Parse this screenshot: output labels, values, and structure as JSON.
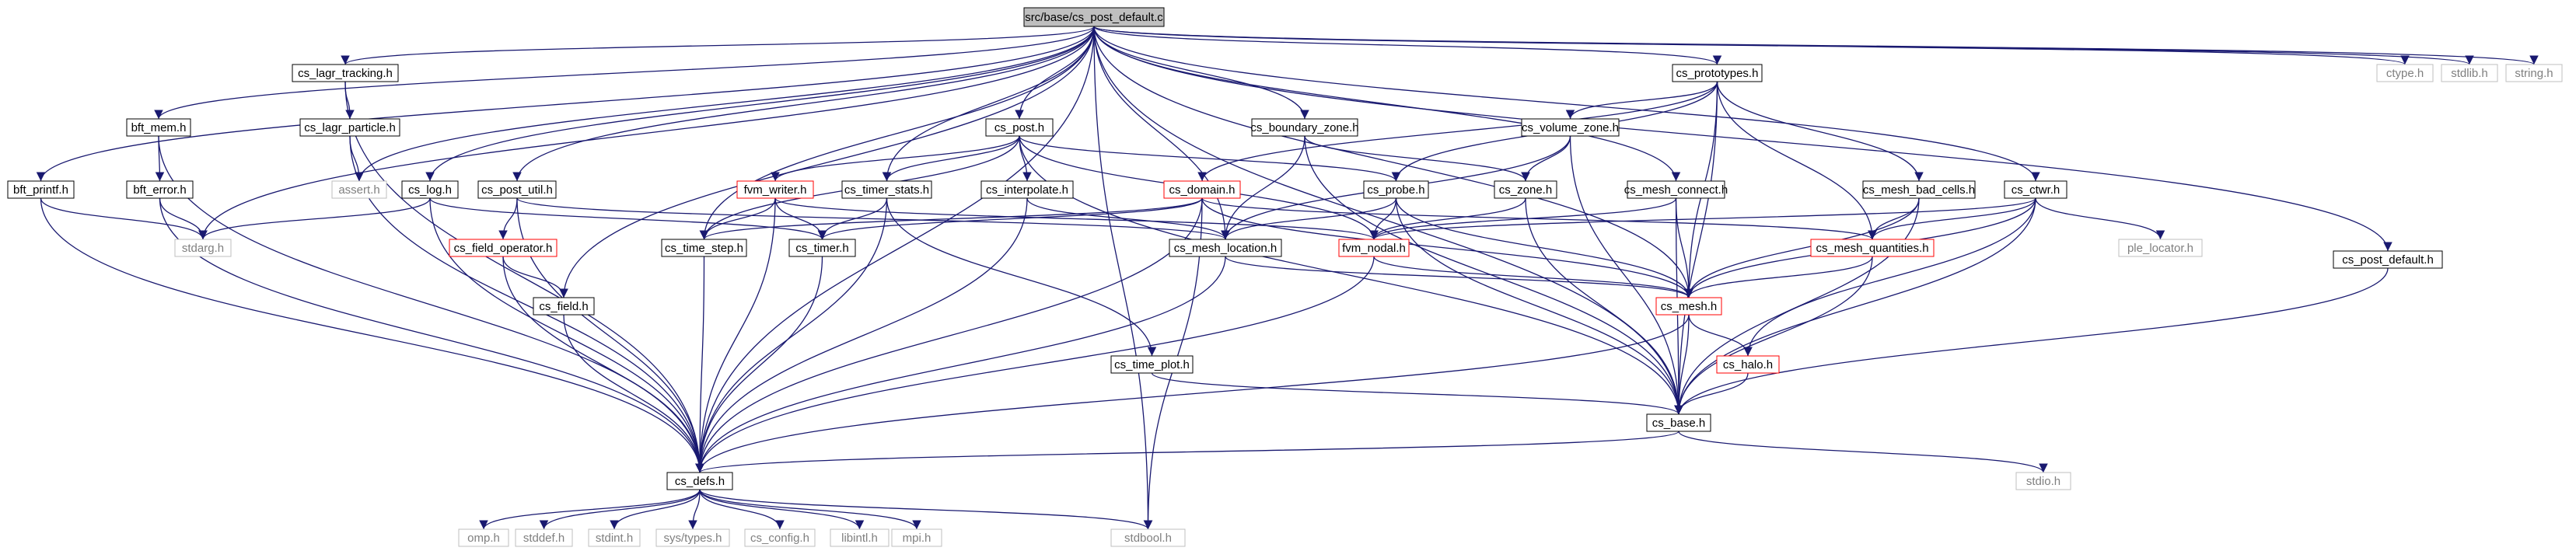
{
  "colors": {
    "edge": "#191970",
    "local_border": "#000000",
    "missing_border": "#bfbfbf",
    "missing_text": "#7f7f7f",
    "truncated_border": "#ff0000",
    "root_fill": "#bfbfbf",
    "fill": "#ffffff",
    "text": "#000000"
  },
  "root": "src/base/cs_post_default.c",
  "nodes": {
    "root": {
      "label": "src/base/cs_post_default.c",
      "kind": "root"
    },
    "cs_prototypes": {
      "label": "cs_prototypes.h",
      "kind": "local"
    },
    "ctype": {
      "label": "ctype.h",
      "kind": "system"
    },
    "stdlib": {
      "label": "stdlib.h",
      "kind": "system"
    },
    "string": {
      "label": "string.h",
      "kind": "system"
    },
    "cs_lagr_tracking": {
      "label": "cs_lagr_tracking.h",
      "kind": "local"
    },
    "cs_lagr_particle": {
      "label": "cs_lagr_particle.h",
      "kind": "local"
    },
    "bft_mem": {
      "label": "bft_mem.h",
      "kind": "local"
    },
    "bft_error": {
      "label": "bft_error.h",
      "kind": "local"
    },
    "bft_printf": {
      "label": "bft_printf.h",
      "kind": "local"
    },
    "cs_post": {
      "label": "cs_post.h",
      "kind": "local"
    },
    "cs_boundary_zone": {
      "label": "cs_boundary_zone.h",
      "kind": "local"
    },
    "cs_volume_zone": {
      "label": "cs_volume_zone.h",
      "kind": "local"
    },
    "cs_zone": {
      "label": "cs_zone.h",
      "kind": "local"
    },
    "cs_mesh_bad_cells": {
      "label": "cs_mesh_bad_cells.h",
      "kind": "local"
    },
    "cs_mesh_connect": {
      "label": "cs_mesh_connect.h",
      "kind": "local"
    },
    "cs_ctwr": {
      "label": "cs_ctwr.h",
      "kind": "local"
    },
    "ple_locator": {
      "label": "ple_locator.h",
      "kind": "system"
    },
    "cs_post_default_h": {
      "label": "cs_post_default.h",
      "kind": "local"
    },
    "fvm_writer": {
      "label": "fvm_writer.h",
      "kind": "truncated"
    },
    "cs_timer_stats": {
      "label": "cs_timer_stats.h",
      "kind": "local"
    },
    "cs_interpolate": {
      "label": "cs_interpolate.h",
      "kind": "local"
    },
    "cs_domain": {
      "label": "cs_domain.h",
      "kind": "truncated"
    },
    "cs_probe": {
      "label": "cs_probe.h",
      "kind": "local"
    },
    "fvm_nodal": {
      "label": "fvm_nodal.h",
      "kind": "truncated"
    },
    "cs_mesh_quantities": {
      "label": "cs_mesh_quantities.h",
      "kind": "truncated"
    },
    "cs_log": {
      "label": "cs_log.h",
      "kind": "local"
    },
    "cs_post_util": {
      "label": "cs_post_util.h",
      "kind": "local"
    },
    "cs_field_operator": {
      "label": "cs_field_operator.h",
      "kind": "truncated"
    },
    "cs_field": {
      "label": "cs_field.h",
      "kind": "local"
    },
    "assert": {
      "label": "assert.h",
      "kind": "system"
    },
    "stdarg": {
      "label": "stdarg.h",
      "kind": "system"
    },
    "cs_time_step": {
      "label": "cs_time_step.h",
      "kind": "local"
    },
    "cs_timer": {
      "label": "cs_timer.h",
      "kind": "local"
    },
    "cs_mesh_location": {
      "label": "cs_mesh_location.h",
      "kind": "local"
    },
    "cs_mesh": {
      "label": "cs_mesh.h",
      "kind": "truncated"
    },
    "cs_halo": {
      "label": "cs_halo.h",
      "kind": "truncated"
    },
    "cs_time_plot": {
      "label": "cs_time_plot.h",
      "kind": "local"
    },
    "cs_base": {
      "label": "cs_base.h",
      "kind": "local"
    },
    "stdio": {
      "label": "stdio.h",
      "kind": "system"
    },
    "cs_defs": {
      "label": "cs_defs.h",
      "kind": "local"
    },
    "omp": {
      "label": "omp.h",
      "kind": "system"
    },
    "stddef": {
      "label": "stddef.h",
      "kind": "system"
    },
    "stdint": {
      "label": "stdint.h",
      "kind": "system"
    },
    "sys_types": {
      "label": "sys/types.h",
      "kind": "system"
    },
    "cs_config": {
      "label": "cs_config.h",
      "kind": "system"
    },
    "libintl": {
      "label": "libintl.h",
      "kind": "system"
    },
    "mpi": {
      "label": "mpi.h",
      "kind": "system"
    },
    "stdbool": {
      "label": "stdbool.h",
      "kind": "system"
    }
  },
  "edges": [
    [
      "root",
      "cs_prototypes"
    ],
    [
      "root",
      "ctype"
    ],
    [
      "root",
      "stdlib"
    ],
    [
      "root",
      "string"
    ],
    [
      "root",
      "cs_lagr_tracking"
    ],
    [
      "root",
      "bft_mem"
    ],
    [
      "root",
      "bft_printf"
    ],
    [
      "root",
      "stdarg"
    ],
    [
      "root",
      "assert"
    ],
    [
      "root",
      "cs_log"
    ],
    [
      "root",
      "cs_post_util"
    ],
    [
      "root",
      "cs_field"
    ],
    [
      "root",
      "cs_defs"
    ],
    [
      "root",
      "cs_time_step"
    ],
    [
      "root",
      "cs_timer_stats"
    ],
    [
      "root",
      "cs_post"
    ],
    [
      "root",
      "cs_mesh_location"
    ],
    [
      "root",
      "cs_boundary_zone"
    ],
    [
      "root",
      "cs_mesh_connect"
    ],
    [
      "root",
      "cs_mesh"
    ],
    [
      "root",
      "cs_ctwr"
    ],
    [
      "root",
      "cs_post_default_h"
    ],
    [
      "root",
      "stdbool"
    ],
    [
      "root",
      "cs_base"
    ],
    [
      "cs_lagr_tracking",
      "cs_lagr_particle"
    ],
    [
      "cs_lagr_tracking",
      "cs_defs"
    ],
    [
      "cs_lagr_particle",
      "assert"
    ],
    [
      "cs_lagr_particle",
      "cs_defs"
    ],
    [
      "bft_mem",
      "bft_error"
    ],
    [
      "bft_mem",
      "cs_defs"
    ],
    [
      "bft_error",
      "stdarg"
    ],
    [
      "bft_error",
      "cs_defs"
    ],
    [
      "bft_printf",
      "stdarg"
    ],
    [
      "bft_printf",
      "cs_defs"
    ],
    [
      "cs_log",
      "stdarg"
    ],
    [
      "cs_log",
      "cs_timer"
    ],
    [
      "cs_log",
      "cs_defs"
    ],
    [
      "cs_post_util",
      "cs_field_operator"
    ],
    [
      "cs_post_util",
      "cs_defs"
    ],
    [
      "cs_post_util",
      "cs_mesh_location"
    ],
    [
      "cs_field_operator",
      "cs_field"
    ],
    [
      "cs_field_operator",
      "cs_defs"
    ],
    [
      "cs_field",
      "cs_defs"
    ],
    [
      "cs_post",
      "fvm_writer"
    ],
    [
      "cs_post",
      "cs_timer_stats"
    ],
    [
      "cs_post",
      "cs_interpolate"
    ],
    [
      "cs_post",
      "cs_probe"
    ],
    [
      "cs_post",
      "cs_time_step"
    ],
    [
      "cs_post",
      "fvm_nodal"
    ],
    [
      "cs_post",
      "cs_base"
    ],
    [
      "fvm_writer",
      "cs_timer"
    ],
    [
      "fvm_writer",
      "cs_time_step"
    ],
    [
      "fvm_writer",
      "cs_defs"
    ],
    [
      "fvm_writer",
      "fvm_nodal"
    ],
    [
      "cs_timer_stats",
      "cs_timer"
    ],
    [
      "cs_timer_stats",
      "cs_time_plot"
    ],
    [
      "cs_timer_stats",
      "cs_defs"
    ],
    [
      "cs_interpolate",
      "cs_mesh_location"
    ],
    [
      "cs_interpolate",
      "cs_defs"
    ],
    [
      "cs_boundary_zone",
      "cs_zone"
    ],
    [
      "cs_boundary_zone",
      "cs_mesh_location"
    ],
    [
      "cs_boundary_zone",
      "cs_base"
    ],
    [
      "cs_prototypes",
      "cs_domain"
    ],
    [
      "cs_prototypes",
      "cs_probe"
    ],
    [
      "cs_prototypes",
      "cs_volume_zone"
    ],
    [
      "cs_prototypes",
      "cs_mesh_bad_cells"
    ],
    [
      "cs_prototypes",
      "cs_mesh"
    ],
    [
      "cs_prototypes",
      "cs_mesh_quantities"
    ],
    [
      "cs_prototypes",
      "cs_base"
    ],
    [
      "cs_volume_zone",
      "cs_zone"
    ],
    [
      "cs_volume_zone",
      "cs_mesh_location"
    ],
    [
      "cs_volume_zone",
      "cs_base"
    ],
    [
      "cs_zone",
      "cs_base"
    ],
    [
      "cs_zone",
      "fvm_nodal"
    ],
    [
      "cs_domain",
      "cs_time_step"
    ],
    [
      "cs_domain",
      "cs_timer"
    ],
    [
      "cs_domain",
      "cs_mesh"
    ],
    [
      "cs_domain",
      "cs_mesh_quantities"
    ],
    [
      "cs_domain",
      "stdbool"
    ],
    [
      "cs_domain",
      "cs_defs"
    ],
    [
      "cs_probe",
      "fvm_nodal"
    ],
    [
      "cs_probe",
      "cs_mesh_location"
    ],
    [
      "cs_probe",
      "cs_mesh"
    ],
    [
      "cs_probe",
      "cs_base"
    ],
    [
      "cs_mesh_connect",
      "fvm_nodal"
    ],
    [
      "cs_mesh_connect",
      "cs_mesh"
    ],
    [
      "cs_mesh_connect",
      "cs_base"
    ],
    [
      "cs_mesh_bad_cells",
      "cs_mesh"
    ],
    [
      "cs_mesh_bad_cells",
      "cs_mesh_quantities"
    ],
    [
      "cs_mesh_bad_cells",
      "cs_base"
    ],
    [
      "cs_ctwr",
      "ple_locator"
    ],
    [
      "cs_ctwr",
      "cs_mesh_quantities"
    ],
    [
      "cs_ctwr",
      "fvm_nodal"
    ],
    [
      "cs_ctwr",
      "cs_mesh"
    ],
    [
      "cs_ctwr",
      "cs_halo"
    ],
    [
      "cs_ctwr",
      "cs_base"
    ],
    [
      "cs_post_default_h",
      "cs_base"
    ],
    [
      "cs_time_step",
      "cs_defs"
    ],
    [
      "cs_timer",
      "cs_defs"
    ],
    [
      "cs_mesh_location",
      "cs_mesh"
    ],
    [
      "cs_mesh_location",
      "cs_defs"
    ],
    [
      "fvm_nodal",
      "cs_mesh"
    ],
    [
      "fvm_nodal",
      "cs_defs"
    ],
    [
      "cs_mesh_quantities",
      "cs_mesh"
    ],
    [
      "cs_mesh_quantities",
      "cs_base"
    ],
    [
      "cs_mesh",
      "cs_halo"
    ],
    [
      "cs_mesh",
      "cs_base"
    ],
    [
      "cs_mesh",
      "cs_defs"
    ],
    [
      "cs_halo",
      "cs_base"
    ],
    [
      "cs_time_plot",
      "cs_base"
    ],
    [
      "cs_base",
      "stdio"
    ],
    [
      "cs_base",
      "cs_defs"
    ],
    [
      "cs_defs",
      "omp"
    ],
    [
      "cs_defs",
      "stddef"
    ],
    [
      "cs_defs",
      "stdint"
    ],
    [
      "cs_defs",
      "sys_types"
    ],
    [
      "cs_defs",
      "cs_config"
    ],
    [
      "cs_defs",
      "libintl"
    ],
    [
      "cs_defs",
      "mpi"
    ],
    [
      "cs_defs",
      "stdbool"
    ]
  ]
}
